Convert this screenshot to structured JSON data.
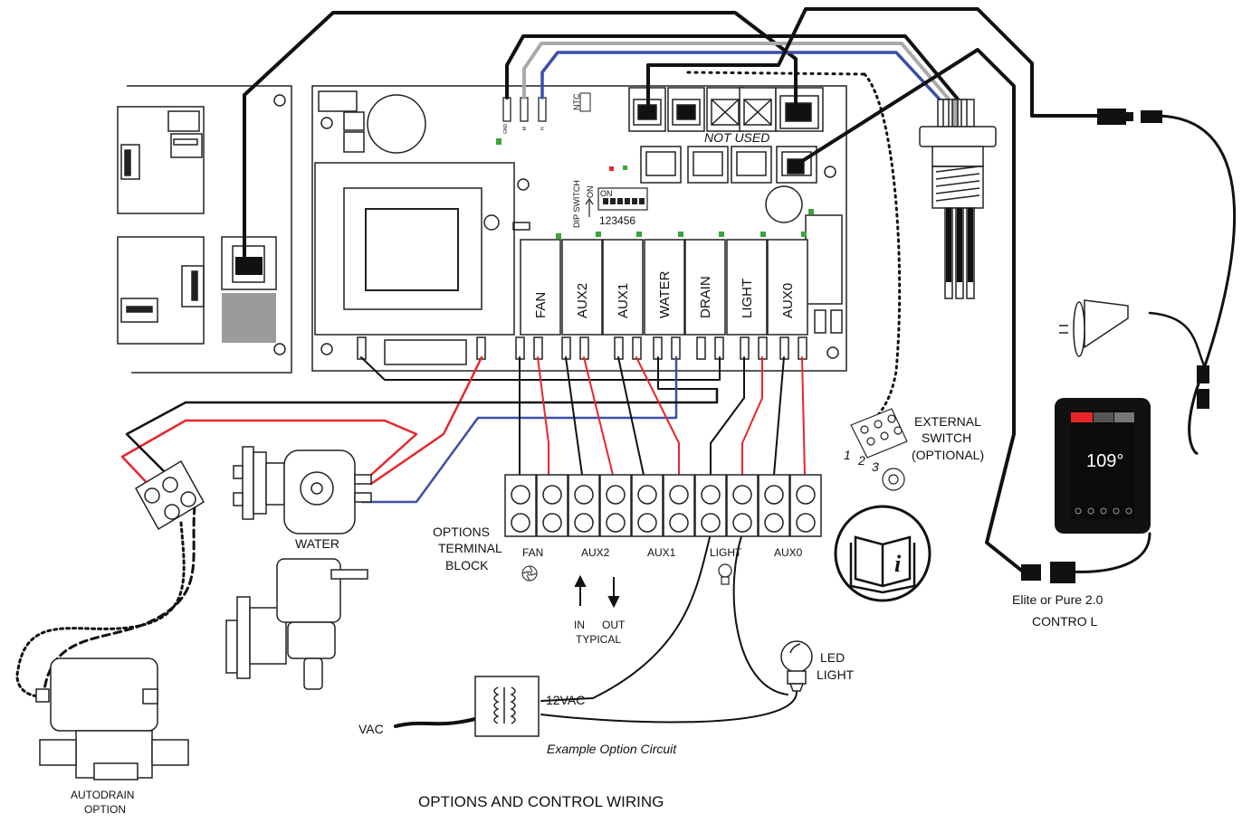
{
  "diagram": {
    "title": "OPTIONS AND CONTROL WIRING",
    "example_caption": "Example Option Circuit",
    "not_used": "NOT USED",
    "ntc": "NTC",
    "dip_switch": "DIP SWITCH",
    "dip_on": "ON",
    "dip_numbers": "123456",
    "board_pins": {
      "gnd": "GND",
      "m": "M",
      "h": "H"
    },
    "relays": [
      "FAN",
      "AUX2",
      "AUX1",
      "WATER",
      "DRAIN",
      "LIGHT",
      "AUX0"
    ],
    "terminal_block": {
      "label_lines": [
        "OPTIONS",
        "TERMINAL",
        "BLOCK"
      ],
      "groups": [
        "FAN",
        "AUX2",
        "AUX1",
        "LIGHT",
        "AUX0"
      ]
    },
    "in_label": "IN",
    "out_label": "OUT",
    "typical_label": "TYPICAL",
    "water_label": "WATER",
    "autodrain_lines": [
      "AUTODRAIN",
      "OPTION"
    ],
    "external_switch_lines": [
      "EXTERNAL",
      "SWITCH",
      "(OPTIONAL)"
    ],
    "switch_numbers": [
      "1",
      "2",
      "3"
    ],
    "led_lines": [
      "LED",
      "LIGHT"
    ],
    "vac12": "12VAC",
    "vac": "VAC",
    "control_lines": [
      "Elite or Pure 2.0",
      "CONTRO L"
    ],
    "screen_temp": "109°",
    "wire_colors": {
      "black": "#111111",
      "red": "#e8262a",
      "blue": "#3b4fa8",
      "gray": "#a9a9a9"
    }
  }
}
